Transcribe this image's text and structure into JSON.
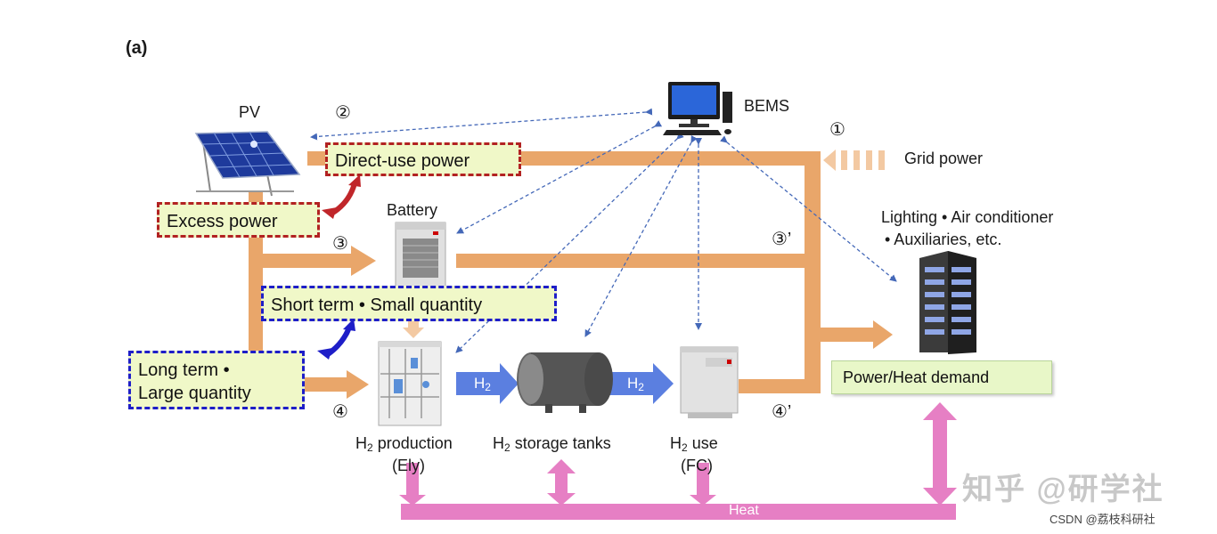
{
  "panel_label": "(a)",
  "labels": {
    "pv": "PV",
    "bems": "BEMS",
    "battery": "Battery",
    "grid_power": "Grid power",
    "loads_line1": "Lighting • Air conditioner",
    "loads_line2": "• Auxiliaries, etc.",
    "h2_production_prefix": "H",
    "h2_production_sub": "2",
    "h2_production_suffix": " production",
    "h2_production_abbr": "(Ely)",
    "h2_storage_prefix": "H",
    "h2_storage_sub": "2",
    "h2_storage_suffix": " storage tanks",
    "h2_use_prefix": "H",
    "h2_use_sub": "2",
    "h2_use_suffix": " use",
    "h2_use_abbr": "(FC)",
    "heat": "Heat",
    "arrow_h2_a_prefix": "H",
    "arrow_h2_a_sub": "2",
    "arrow_h2_b_prefix": "H",
    "arrow_h2_b_sub": "2"
  },
  "boxes": {
    "direct_use": "Direct-use power",
    "excess": "Excess power",
    "short_term": "Short term • Small quantity",
    "long_term_line1": "Long term •",
    "long_term_line2": "Large quantity",
    "demand": "Power/Heat demand"
  },
  "markers": {
    "m1": "①",
    "m2": "②",
    "m3": "③",
    "m3p": "③’",
    "m4": "④",
    "m4p": "④’"
  },
  "watermark": {
    "main": "知乎 @研学社",
    "credit": "CSDN @荔枝科研社"
  },
  "colors": {
    "power_flow": "#e9a66a",
    "power_flow_light": "#f3c9a2",
    "hydrogen_flow": "#5b7fe0",
    "heat_flow": "#e67fc4",
    "control_link": "#4468b8",
    "excess_box_border": "#b22222",
    "storage_box_border": "#1e1ec8",
    "box_fill": "#f0f8c8"
  }
}
